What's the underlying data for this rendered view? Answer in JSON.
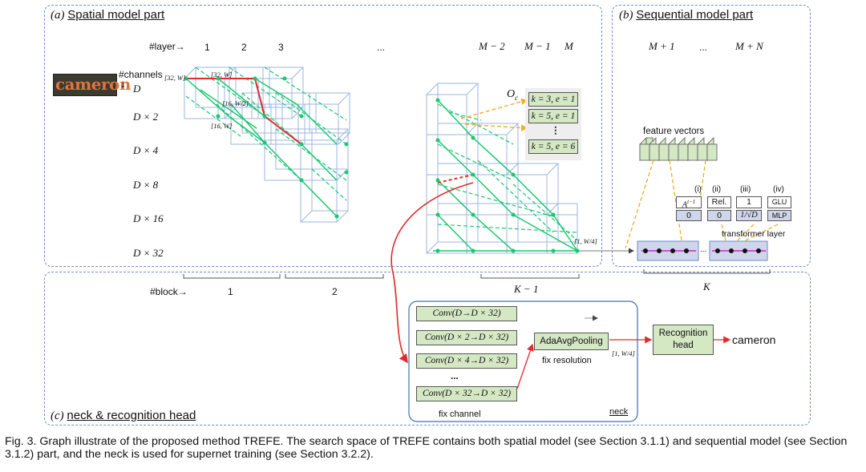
{
  "panels": {
    "a": {
      "tag": "(a)",
      "title": "Spatial model part"
    },
    "b": {
      "tag": "(b)",
      "title": "Sequential model part"
    },
    "c": {
      "tag": "(c)",
      "title": "neck & recognition head"
    }
  },
  "spatial": {
    "layer_label": "#layer→",
    "layers": [
      "1",
      "2",
      "3",
      "...",
      "M − 2",
      "M − 1",
      "M"
    ],
    "channels_label": "#channels",
    "channels_arrow": "↓",
    "channels": [
      "D",
      "D × 2",
      "D × 4",
      "D × 8",
      "D × 16",
      "D × 32"
    ],
    "logo_text": "cameron",
    "node_labels": [
      "[32, W]",
      "[32, W]",
      "[16, W/2]",
      "[16, W]",
      "[1, W/4]"
    ],
    "ops_label": "O",
    "ops_subscript": "c",
    "ops": [
      "k = 3, e = 1",
      "k = 5, e = 1",
      "⋮",
      "k = 5, e = 6"
    ],
    "block_label": "#block→",
    "blocks": [
      "1",
      "2",
      "K − 1"
    ]
  },
  "sequential": {
    "layers": [
      "M + 1",
      "...",
      "M + N"
    ],
    "feature_vectors_label": "feature vectors",
    "choices": [
      {
        "tag": "(i)",
        "top": "A",
        "top_sup": "t−1",
        "bottom": "0"
      },
      {
        "tag": "(ii)",
        "top": "Rel.",
        "bottom": "0"
      },
      {
        "tag": "(iii)",
        "top": "1",
        "bottom": "1/√D"
      },
      {
        "tag": "(iv)",
        "top": "GLU",
        "bottom": "MLP"
      }
    ],
    "transformer_label": "transformer layer",
    "k_label": "K",
    "ellipsis": "..."
  },
  "neck": {
    "convs": [
      "Conv(D→D × 32)",
      "Conv(D × 2→D × 32)",
      "Conv(D × 4→D × 32)",
      "...",
      "Conv(D × 32→D × 32)"
    ],
    "pool": "AdaAvgPooling",
    "fix_resolution": "fix resolution",
    "fix_channel": "fix channel",
    "neck_label": "neck",
    "size_label": "[1, W/4]",
    "head": "Recognition head",
    "output": "cameron"
  },
  "caption": "Fig. 3. Graph illustrate of the proposed method TREFE. The search space of TREFE contains both spatial model (see Section 3.1.1) and sequential model (see Section 3.1.2) part, and the neck is used for supernet training (see Section 3.2.2).",
  "colors": {
    "panel_border": "#6e8cc8",
    "grid": "#8aa6d6",
    "green": "#19c86e",
    "red": "#e02b2b",
    "orange": "#f0ad28",
    "green_box": "#d5e8c4",
    "purple_box": "#cfd6ea"
  }
}
